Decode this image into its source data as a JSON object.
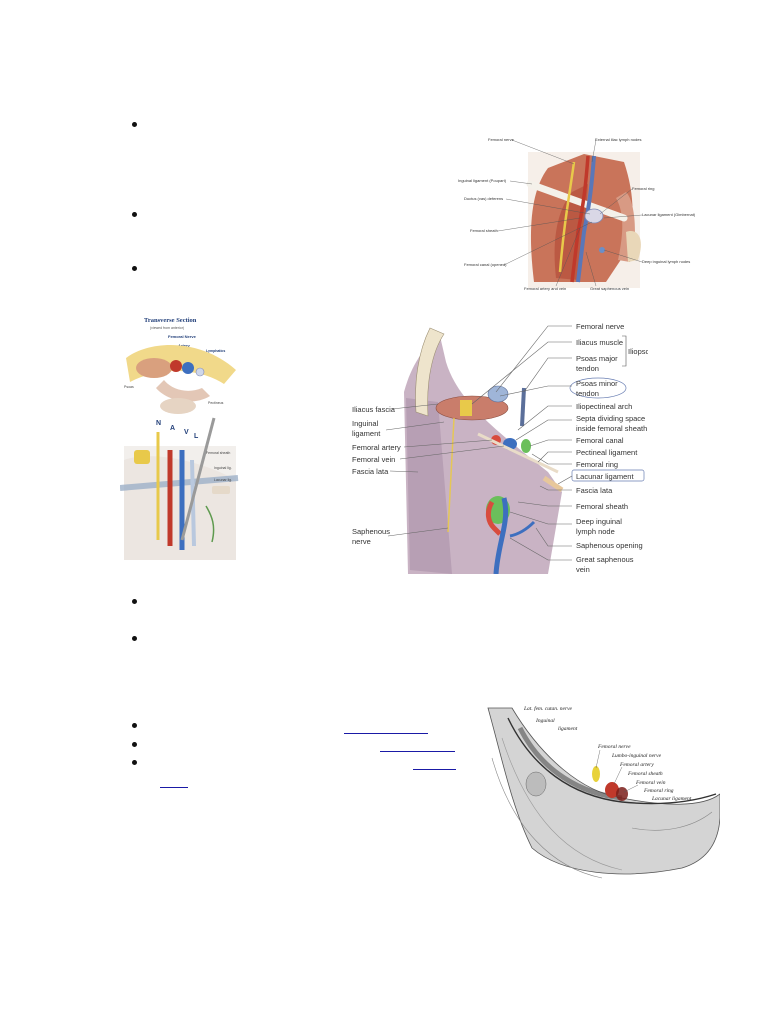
{
  "figure_femoral_triangle": {
    "labels": {
      "femoral_nerve": "Femoral nerve",
      "external_iliac_nodes": "External iliac lymph nodes",
      "inguinal_ligament": "Inguinal ligament (Poupart)",
      "ductus_deferens": "Ductus (vas) deferens",
      "femoral_sheath": "Femoral sheath",
      "femoral_canal": "Femoral canal (opened)",
      "femoral_artery_vein": "Femoral artery and vein",
      "great_saphenous_vein": "Great saphenous vein",
      "femoral_ring": "Femoral ring",
      "lacunar_ligament": "Lacunar ligament (Gimbernat)",
      "deep_inguinal_nodes": "Deep inguinal lymph nodes"
    }
  },
  "figure_transverse_section": {
    "title": "Transverse Section",
    "subtitle": "(viewed from anterior)",
    "letters": {
      "n": "N",
      "a": "A",
      "v": "V",
      "l": "L"
    },
    "words": {
      "nerve": "Femoral Nerve",
      "artery": "Artery",
      "vein": "Vein",
      "lymphatics": "Lymphatics",
      "psoas": "Psoas",
      "pectineus": "Pectineus",
      "femoral_sheath": "Femoral sheath",
      "inguinal_lig": "Inguinal lig.",
      "lacunar_lig": "Lacunar lig."
    }
  },
  "figure_sheath": {
    "labels": {
      "femoral_nerve": "Femoral nerve",
      "iliacus_muscle": "Iliacus muscle",
      "psoas_major_tendon_1": "Psoas major",
      "psoas_major_tendon_2": "tendon",
      "iliopsoas": "Iliopsoas",
      "psoas_minor_tendon_1": "Psoas minor",
      "psoas_minor_tendon_2": "tendon",
      "iliopectineal_arch": "Iliopectineal arch",
      "septa_1": "Septa dividing space",
      "septa_2": "inside femoral sheath",
      "femoral_canal": "Femoral canal",
      "pectineal_ligament": "Pectineal ligament",
      "femoral_ring": "Femoral ring",
      "lacunar_ligament": "Lacunar ligament",
      "fascia_lata_right": "Fascia lata",
      "femoral_sheath": "Femoral sheath",
      "deep_inguinal_1": "Deep inguinal",
      "deep_inguinal_2": "lymph node",
      "saphenous_opening": "Saphenous opening",
      "great_saphenous_1": "Great saphenous",
      "great_saphenous_2": "vein",
      "iliacus_fascia": "Iliacus fascia",
      "inguinal_ligament_1": "Inguinal",
      "inguinal_ligament_2": "ligament",
      "femoral_artery": "Femoral artery",
      "femoral_vein": "Femoral vein",
      "fascia_lata_left": "Fascia lata",
      "saphenous_nerve_1": "Saphenous",
      "saphenous_nerve_2": "nerve"
    }
  },
  "figure_gray": {
    "labels": {
      "lat_fem_cutan": "Lat. fem. cutan. nerve",
      "inguinal_ligament_1": "Inguinal",
      "inguinal_ligament_2": "ligament",
      "femoral_nerve": "Femoral nerve",
      "lumbo_inguinal": "Lumbo-inguinal nerve",
      "femoral_artery": "Femoral artery",
      "femoral_sheath": "Femoral sheath",
      "femoral_vein": "Femoral vein",
      "femoral_ring": "Femoral ring",
      "lacunar_ligament": "Lacunar ligament"
    }
  }
}
